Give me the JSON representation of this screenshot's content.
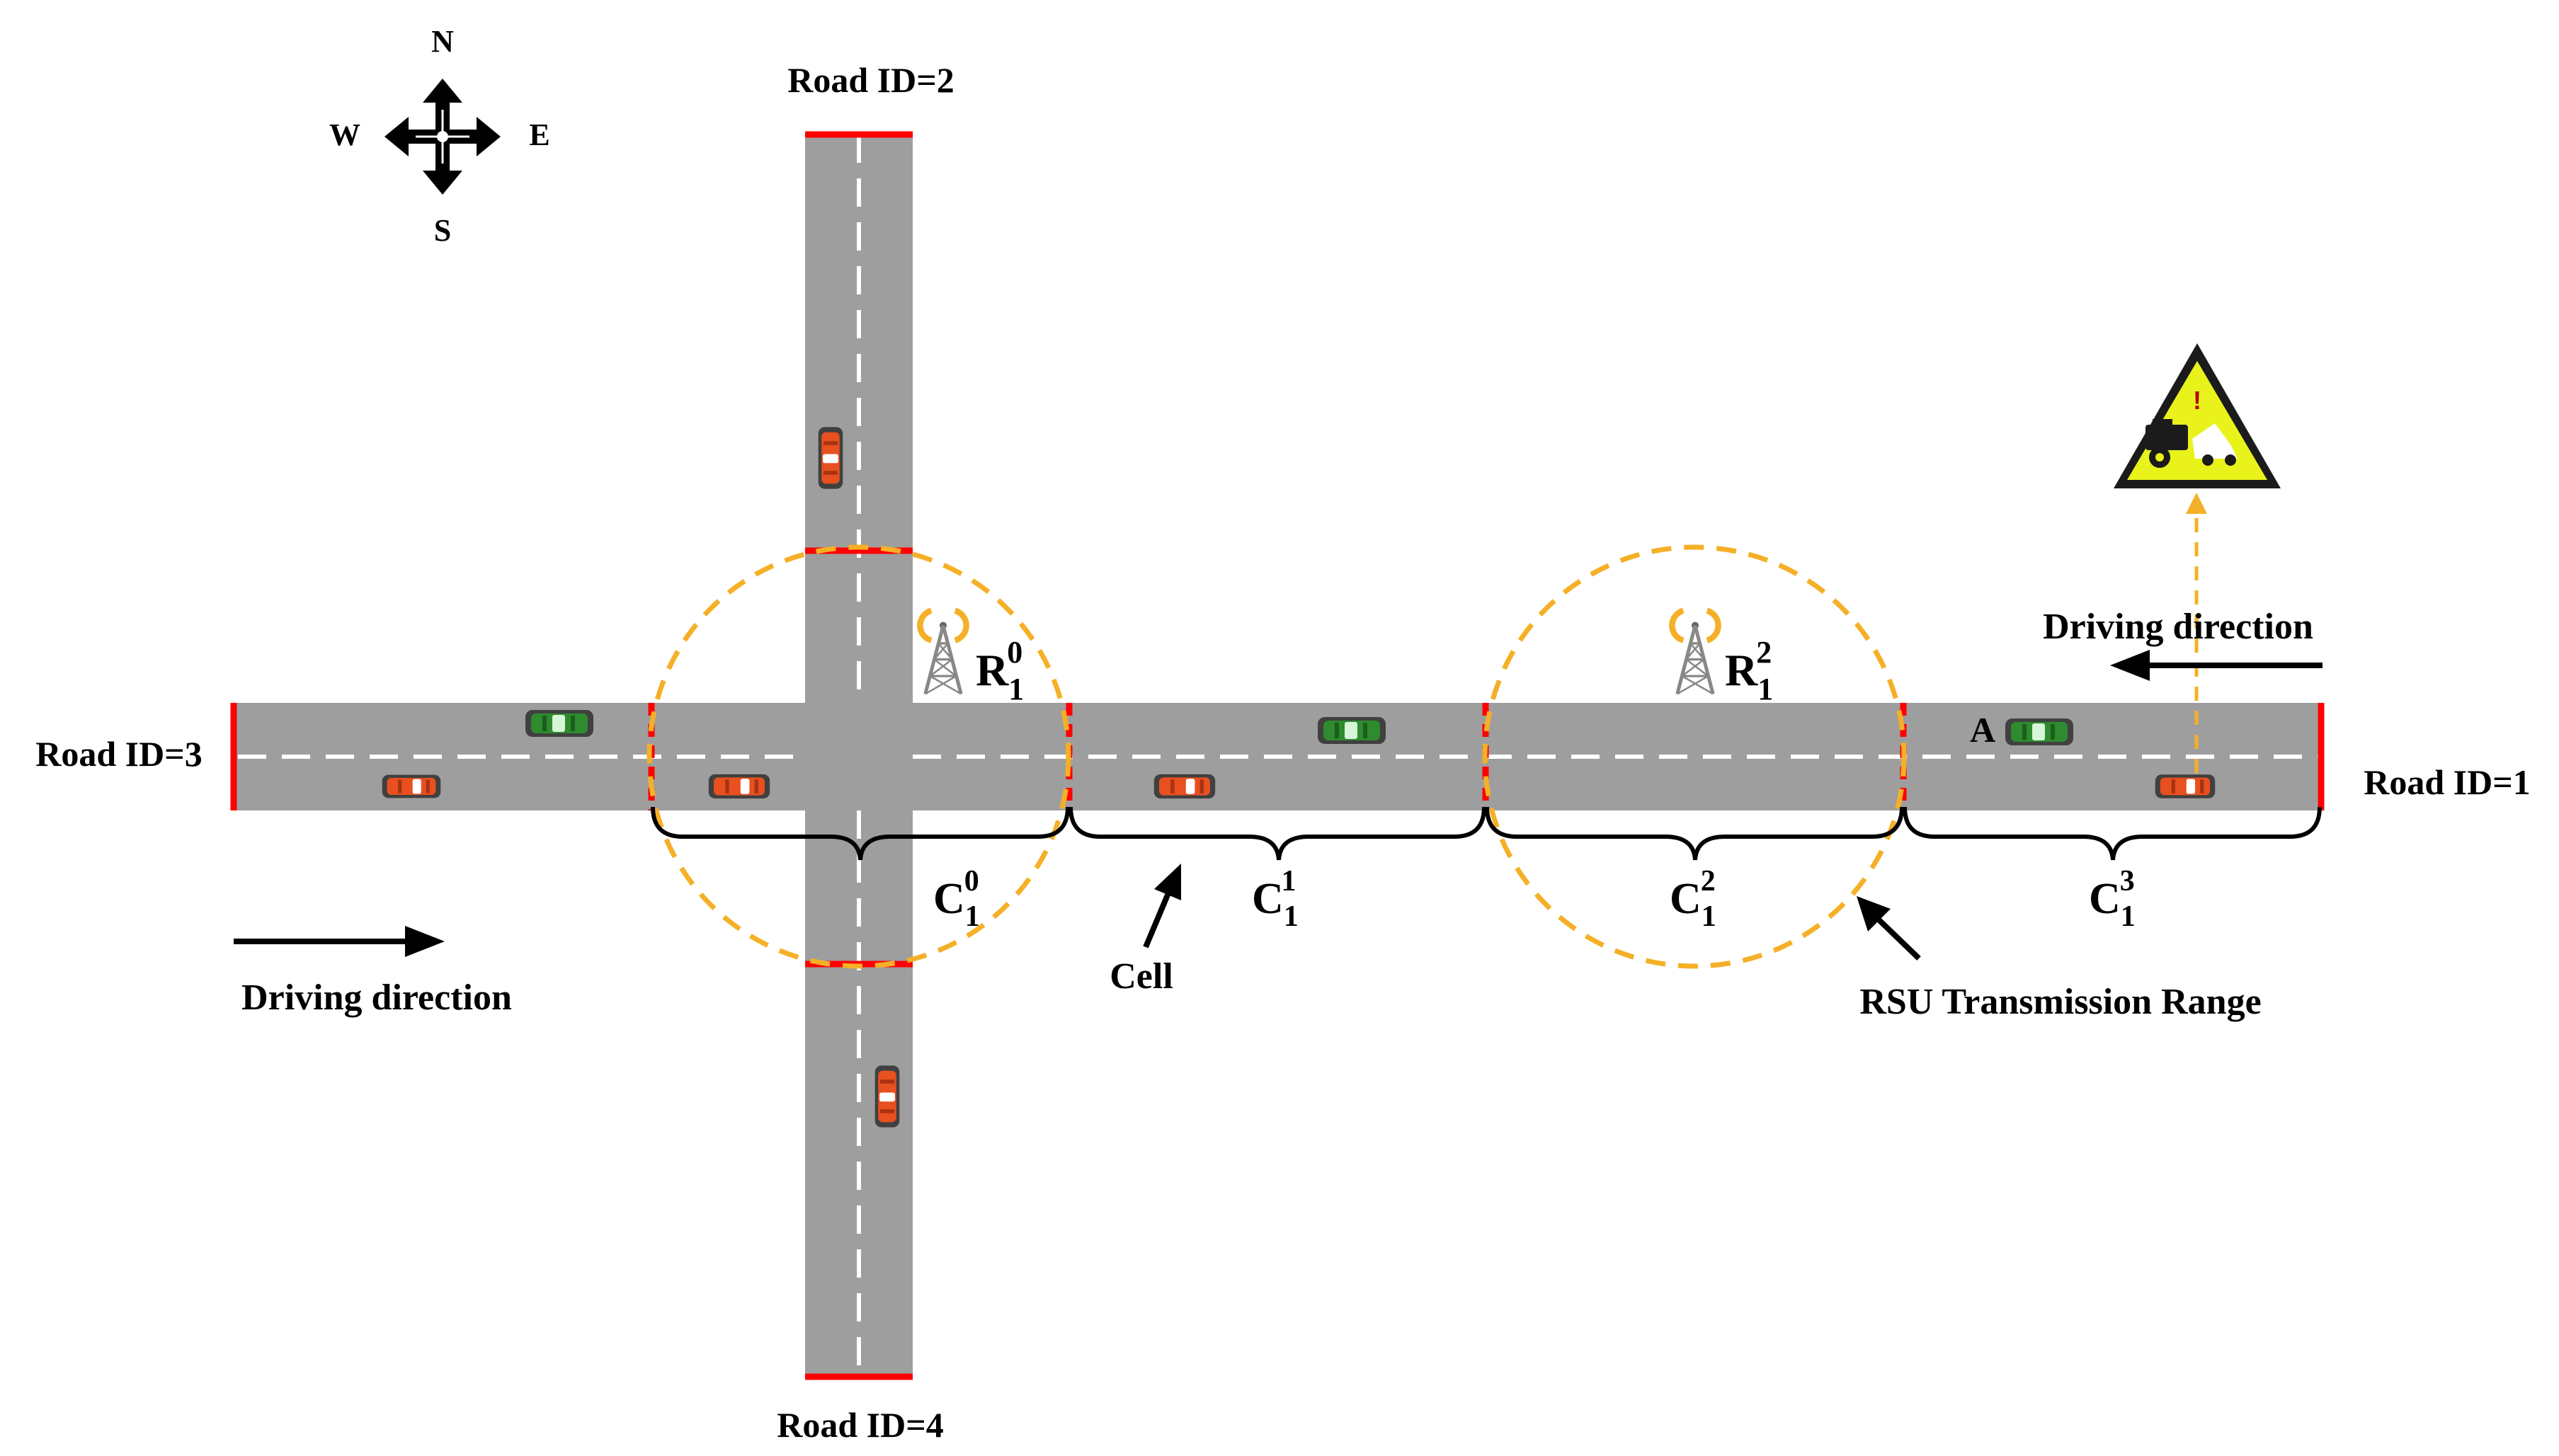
{
  "compass": {
    "north": "N",
    "south": "S",
    "east": "E",
    "west": "W"
  },
  "roads": {
    "road_1": "Road ID=1",
    "road_2": "Road ID=2",
    "road_3": "Road ID=3",
    "road_4": "Road ID=4"
  },
  "rsus": [
    {
      "base": "R",
      "sub": "1",
      "sup": "0"
    },
    {
      "base": "R",
      "sub": "1",
      "sup": "2"
    }
  ],
  "cells": [
    {
      "base": "C",
      "sub": "1",
      "sup": "0"
    },
    {
      "base": "C",
      "sub": "1",
      "sup": "1"
    },
    {
      "base": "C",
      "sub": "1",
      "sup": "2"
    },
    {
      "base": "C",
      "sub": "1",
      "sup": "3"
    }
  ],
  "annotations": {
    "driving_direction_east": "Driving direction",
    "driving_direction_west": "Driving direction",
    "cell_label": "Cell",
    "rsu_range_label": "RSU Transmission Range",
    "vehicle_a": "A"
  },
  "colors": {
    "road": "#9e9e9e",
    "lane_marking": "#ffffff",
    "boundary": "#ff0000",
    "rsu_range": "#f5b027",
    "warning_sign": "#e9f21a",
    "vehicle_green": "#2e8b2e",
    "vehicle_red": "#e8501f"
  },
  "icons": {
    "compass": "compass-rose-icon",
    "rsu": "radio-tower-icon",
    "warning": "accident-warning-icon"
  }
}
